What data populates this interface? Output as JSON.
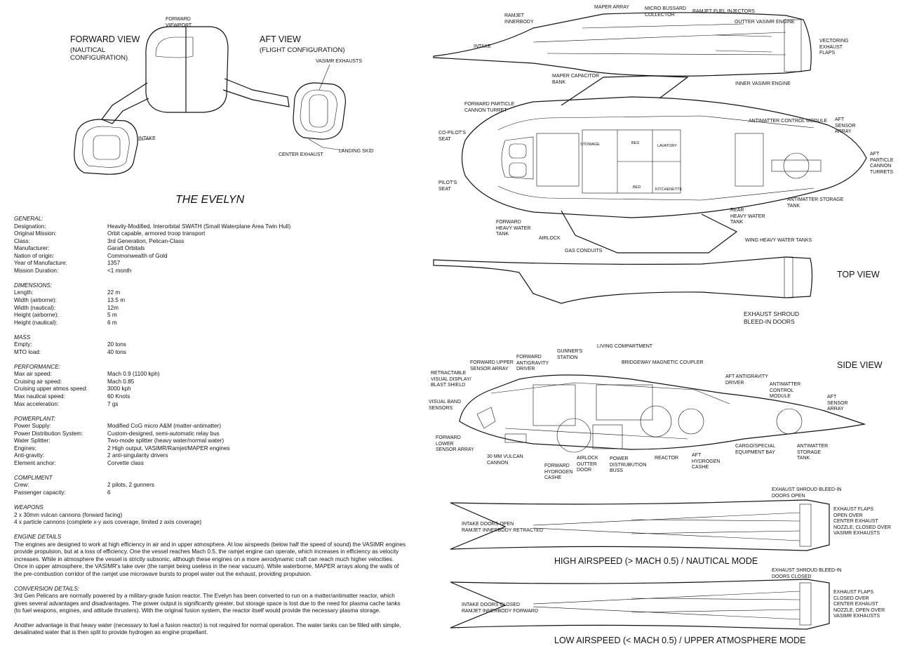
{
  "forward_view": {
    "title": "FORWARD VIEW",
    "subtitle": "(NAUTICAL\nCONFIGURATION)",
    "labels": {
      "viewport": "FORWARD\nVIEWPORT",
      "intake": "INTAKE"
    }
  },
  "aft_view": {
    "title": "AFT VIEW",
    "subtitle": "(FLIGHT CONFIGURATION)",
    "labels": {
      "vasimr": "VASIMR EXHAUSTS",
      "center_exhaust": "CENTER EXHAUST",
      "landing_skid": "LANDING SKID"
    }
  },
  "ship_title": "THE EVELYN",
  "specs": [
    {
      "heading": "GENERAL:",
      "rows": [
        [
          "Designation:",
          "Heavily-Modified, Interorbital SWATH (Small Waterplane Area Twin Hull)"
        ],
        [
          "Original Mission:",
          "Orbit capable, armored troop transport"
        ],
        [
          "Class:",
          "3rd Generation, Pelican-Class"
        ],
        [
          "Manufacturer:",
          "Garatt Orbitals"
        ],
        [
          "Nation of origin:",
          "Commonwealth of Gold"
        ],
        [
          "Year of Manufacture:",
          "1357"
        ],
        [
          "Mission Duration:",
          "<1 month"
        ]
      ]
    },
    {
      "heading": "DIMENSIONS:",
      "rows": [
        [
          "Length:",
          "22 m"
        ],
        [
          "Width (airborne):",
          "13.5 m"
        ],
        [
          "Width (nautical):",
          "12m"
        ],
        [
          "Height (airborne):",
          "5 m"
        ],
        [
          "Height (nautical):",
          "6 m"
        ]
      ]
    },
    {
      "heading": "MASS",
      "rows": [
        [
          "Empty:",
          "20 tons"
        ],
        [
          "MTO load:",
          "40 tons"
        ]
      ]
    },
    {
      "heading": "PERFORMANCE:",
      "rows": [
        [
          "Max air speed:",
          "Mach 0.9 (1100 kph)"
        ],
        [
          "Cruising air speed:",
          "Mach 0.85"
        ],
        [
          "Cruising upper atmos speed:",
          "3000 kph"
        ],
        [
          "Max nautical speed:",
          "60 Knots"
        ],
        [
          "Max acceleration:",
          "7 gs"
        ]
      ]
    },
    {
      "heading": "POWERPLANT:",
      "rows": [
        [
          "Power Supply:",
          "Modified CoG micro A&M (matter-antimatter)"
        ],
        [
          "Power Distribution System:",
          "Custom-designed, semi-automatic relay bus"
        ],
        [
          "Water Splitter:",
          "Two-mode splitter (heavy water/normal water)"
        ],
        [
          "Engines:",
          "2 High output, VASIMR/Ramjet/MAPER engines"
        ],
        [
          "Anti-gravity:",
          "2 anti-singularity drivers"
        ],
        [
          "Element anchor:",
          "Corvette class"
        ]
      ]
    },
    {
      "heading": "COMPLIMENT",
      "rows": [
        [
          "Crew:",
          "2 pilots, 2 gunners"
        ],
        [
          "Passenger capacity:",
          "6"
        ]
      ]
    }
  ],
  "weapons": {
    "heading": "WEAPONS",
    "lines": [
      "2 x 30mm vulcan cannons (forward facing)",
      "4 x particle cannons (complete x-y axis coverage, limited z axis coverage)"
    ]
  },
  "engine_details": {
    "heading": "ENGINE DETAILS",
    "text": "The engines are designed to work at high efficiency in air and in upper atmosphere.  At low airspeeds (below half the speed of sound) the VASIMR engines provide propulsion, but at a loss of efficiency. One the vessel reaches Mach 0.5, the ramjet engine can operate, which increases in efficiency as velocity increases. While in atmosphere the vessel is strictly subsonic, although these engines on a more aerodynamic craft can reach much higher velocities. Once in upper atmosphere, the VASIMR's take over (the ramjet being useless in the near vacuum). While waterborne, MAPER arrays along the walls of the pre-combustion corridor of the ramjet use microwave bursts to propel water out the exhaust, providing propulsion."
  },
  "conversion_details": {
    "heading": "CONVERSION DETAILS:",
    "text1": " 3rd Gen Pelicans are normally powered by a military-grade fusion reactor. The Evelyn has been converted to run on a matter/antimatter reactor, which gives several advantages and disadvantages.  The power output is significantly greater, but storage space is lost due to the need for plasma cache tanks (to fuel weapons, engines, and attitude thrusters). With the original fusion system, the reactor itself would provide the necessary plasma storage.",
    "text2": "Another advantage is that heavy water (necessary to fuel a fusion reactor) is not required for normal operation. The water tanks can be filled with simple, desalinated water that is then split to provide hydrogen as engine propellant."
  },
  "top_view": {
    "title": "TOP VIEW",
    "labels": {
      "maper_array": "MAPER ARRAY",
      "micro_bussard": "MICRO BUSSARD\nCOLLECTOR",
      "ramjet_injectors": "RAMJET FUEL INJECTORS",
      "ramjet_innerbody": "RAMJET\nINNERBODY",
      "outter_vasimr": "OUTTER VASIMR ENGINE",
      "intake": "INTAKE",
      "vectoring": "VECTORING\nEXHAUST\nFLAPS",
      "maper_capacitor": "MAPER CAPACITOR\nBANK",
      "inner_vasimr": "INNER VASIMR ENGINE",
      "fwd_particle": "FORWARD PARTICLE\nCANNON TURRET",
      "am_control": "ANTIMATTER CONTROL MODULE",
      "aft_sensor": "AFT\nSENSOR\nARRAY",
      "copilot": "CO-PILOT'S\nSEAT",
      "aft_particle": "AFT\nPARTICLE\nCANNON\nTURRETS",
      "stowage": "STOWAGE",
      "bed1": "BED",
      "lavatory": "LAVATORY",
      "bed2": "BED",
      "kitchenette": "KITCHENETTE",
      "pilot": "PILOT'S\nSEAT",
      "am_storage": "ANTIMATTER STORAGE\nTANK",
      "rear_hw": "REAR\nHEAVY WATER\nTANK",
      "fwd_hw": "FORWARD\nHEAVY WATER\nTANK",
      "airlock": "AIRLOCK",
      "wing_hw": "WING HEAVY WATER TANKS",
      "gas_conduits": "GAS CONDUITS",
      "exhaust_shroud": "EXHAUST SHROUD\nBLEED-IN DOORS"
    }
  },
  "side_view": {
    "title": "SIDE VIEW",
    "labels": {
      "living": "LIVING COMPARTMENT",
      "gunners": "GUNNER'S\nSTATION",
      "fwd_antigrav": "FORWARD\nANTIGRAVITY\nDRIVER",
      "fwd_upper_sensor": "FORWARD UPPER\nSENSOR ARRAY",
      "bridgeway": "BRIDGEWAY MAGNETIC COUPLER",
      "retractable": "RETRACTABLE\nVISUAL DISPLAY/\nBLAST SHIELD",
      "aft_antigrav": "AFT ANTIGRAVITY\nDRIVER",
      "am_control": "ANTIMATTER\nCONTROL\nMODULE",
      "visual_band": "VISUAL BAND\nSENSORS",
      "aft_sensor": "AFT\nSENSOR\nARRAY",
      "fwd_lower": "FORWARD\nLOWER\nSENSOR ARRAY",
      "cargo": "CARGO/SPECIAL\nEQUIPMENT BAY",
      "am_storage": "ANTIMATTER\nSTORAGE\nTANK",
      "vulcan": "30 MM VULCAN\nCANNON",
      "fwd_h2": "FORWARD\nHYDROGEN\nCASHE",
      "airlock_outer": "AIRLOCK\nOUTTER\nDOOR",
      "power_dist": "POWER\nDISTRUBUTION\nBUSS",
      "reactor": "REACTOR",
      "aft_h2": "AFT\nHYDROGEN\nCASHE"
    }
  },
  "high_mode": {
    "title": "HIGH AIRSPEED (> MACH 0.5) / NAUTICAL MODE",
    "labels": {
      "shroud": "EXHAUST SHROUD BLEED-IN\nDOORS OPEN",
      "intake": "INTAKE DOORS OPEN\nRAMJET INNERBODY RETRACTED",
      "flaps": "EXHAUST FLAPS\nOPEN OVER\nCENTER EXHAUST\nNOZZLE, CLOSED OVER\nVASIMR EXHAUSTS"
    }
  },
  "low_mode": {
    "title": "LOW AIRSPEED (< MACH 0.5) / UPPER ATMOSPHERE MODE",
    "labels": {
      "shroud": "EXHAUST SHROUD BLEED-IN\nDOORS CLOSED",
      "intake": "INTAKE DOORS CLOSED\nRAMJET INNERBODY FORWARD",
      "flaps": "EXHAUST FLAPS\nCLOSED OVER\nCENTER EXHAUST\nNOZZLE, OPEN OVER\nVASIMR EXHAUSTS"
    }
  }
}
